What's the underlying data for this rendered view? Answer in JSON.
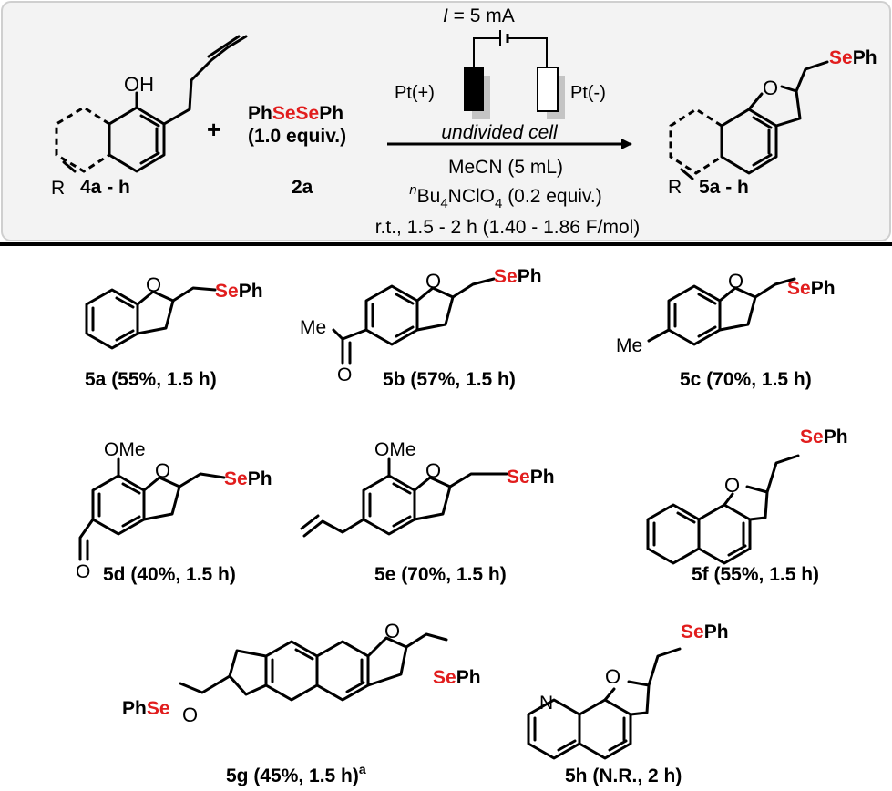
{
  "reaction": {
    "current_label_i": "I",
    "current_label_rest": " = 5 mA",
    "anode_label": "Pt(+)",
    "cathode_label": "Pt(-)",
    "oh_label": "OH",
    "r_label": "R",
    "substrate_label": "4a - h",
    "plus": "+",
    "reagent_ph1": "Ph",
    "reagent_sese": "SeSe",
    "reagent_ph2": "Ph",
    "reagent_equiv": "(1.0 equiv.)",
    "reagent_label": "2a",
    "cell_label": "undivided cell",
    "solvent": "MeCN (5 mL)",
    "electrolyte_sup": "n",
    "electrolyte_a": "Bu",
    "electrolyte_sub1": "4",
    "electrolyte_b": "NClO",
    "electrolyte_sub2": "4",
    "electrolyte_c": " (0.2 equiv.)",
    "conditions": "r.t., 1.5 - 2 h (1.40 - 1.86 F/mol)",
    "o_label": "O",
    "se_label": "Se",
    "ph_label": "Ph",
    "product_label": "5a - h"
  },
  "products": {
    "a": {
      "caption": "5a (55%, 1.5 h)"
    },
    "b": {
      "caption": "5b (57%, 1.5 h)",
      "me": "Me"
    },
    "c": {
      "caption": "5c (70%, 1.5 h)",
      "me": "Me"
    },
    "d": {
      "caption": "5d (40%, 1.5 h)",
      "ome": "OMe"
    },
    "e": {
      "caption": "5e (70%, 1.5 h)",
      "ome": "OMe"
    },
    "f": {
      "caption": "5f (55%, 1.5 h)"
    },
    "g": {
      "caption": "5g (45%, 1.5 h)",
      "sup": "a",
      "ph": "Ph",
      "se": "Se"
    },
    "h": {
      "caption": "5h (N.R., 2 h)",
      "n": "N"
    }
  },
  "colors": {
    "selenium": "#e11d1d",
    "header_bg": "#f3f3f3",
    "header_border": "#cfcfcf"
  }
}
